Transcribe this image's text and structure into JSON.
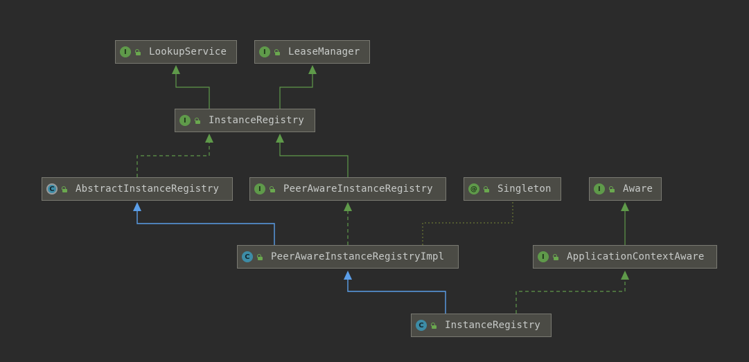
{
  "nodes": {
    "lookup_service": {
      "label": "LookupService",
      "kind": "interface"
    },
    "lease_manager": {
      "label": "LeaseManager",
      "kind": "interface"
    },
    "instance_registry_iface": {
      "label": "InstanceRegistry",
      "kind": "interface"
    },
    "abstract_instance_registry": {
      "label": "AbstractInstanceRegistry",
      "kind": "abstract-class"
    },
    "peer_aware_instance_registry": {
      "label": "PeerAwareInstanceRegistry",
      "kind": "interface"
    },
    "singleton": {
      "label": "Singleton",
      "kind": "annotation"
    },
    "aware": {
      "label": "Aware",
      "kind": "interface"
    },
    "peer_aware_instance_registry_impl": {
      "label": "PeerAwareInstanceRegistryImpl",
      "kind": "class"
    },
    "application_context_aware": {
      "label": "ApplicationContextAware",
      "kind": "interface"
    },
    "instance_registry_class": {
      "label": "InstanceRegistry",
      "kind": "class"
    }
  },
  "badges": {
    "interface": "I",
    "class": "C",
    "annotation": "@"
  },
  "edges": [
    {
      "from": "instance_registry_iface",
      "to": "lookup_service",
      "type": "extends"
    },
    {
      "from": "instance_registry_iface",
      "to": "lease_manager",
      "type": "extends"
    },
    {
      "from": "abstract_instance_registry",
      "to": "instance_registry_iface",
      "type": "implements"
    },
    {
      "from": "peer_aware_instance_registry",
      "to": "instance_registry_iface",
      "type": "extends"
    },
    {
      "from": "peer_aware_instance_registry_impl",
      "to": "abstract_instance_registry",
      "type": "class-extends"
    },
    {
      "from": "peer_aware_instance_registry_impl",
      "to": "peer_aware_instance_registry",
      "type": "implements"
    },
    {
      "from": "peer_aware_instance_registry_impl",
      "to": "singleton",
      "type": "annotated"
    },
    {
      "from": "application_context_aware",
      "to": "aware",
      "type": "extends"
    },
    {
      "from": "instance_registry_class",
      "to": "peer_aware_instance_registry_impl",
      "type": "class-extends"
    },
    {
      "from": "instance_registry_class",
      "to": "application_context_aware",
      "type": "implements"
    }
  ],
  "colors": {
    "background": "#2b2b2b",
    "node_fill": "#4b4b45",
    "node_border": "#7a7a72",
    "text": "#c8cbc9",
    "extends_line": "#5f9a4a",
    "class_extends_line": "#5b9ee8",
    "annotation_line": "#6b7a35"
  }
}
